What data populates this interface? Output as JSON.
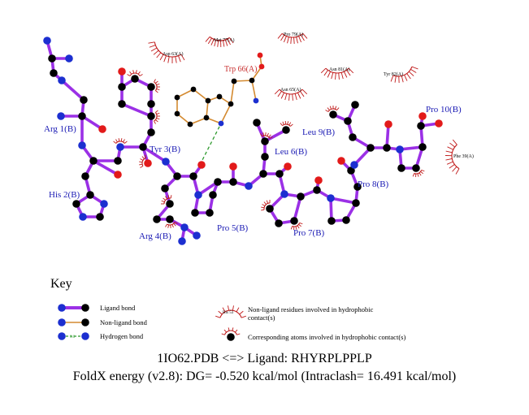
{
  "colors": {
    "ligand_bond": "#9b30e6",
    "non_ligand_bond": "#d48a30",
    "hbond": "#2f9a2f",
    "carbon": "#000000",
    "nitrogen": "#1c2fd0",
    "oxygen": "#e21a1a",
    "hydrophobic_arc": "#c01a1a",
    "residue_label": "#1a1ab4",
    "nonligand_label": "#c83232"
  },
  "ligand_residues": {
    "arg1": "Arg 1(B)",
    "his2": "His 2(B)",
    "tyr3": "Tyr 3(B)",
    "arg4": "Arg 4(B)",
    "pro5": "Pro 5(B)",
    "leu6": "Leu 6(B)",
    "pro7": "Pro 7(B)",
    "pro8": "Pro 8(B)",
    "leu9": "Leu 9(B)",
    "pro10": "Pro 10(B)"
  },
  "nonligand_residues": {
    "trp66": "Trp 66(A)"
  },
  "hydrophobic_residues": {
    "asp63": "Asp 63(A)",
    "met77": "Met 77(A)",
    "pro79": "Pro 79(A)",
    "asn81": "Asn 81(A)",
    "tyr82": "Tyr 82(A)",
    "asn65": "Asn 65(A)",
    "phe39": "Phe 39(A)"
  },
  "key": {
    "title": "Key",
    "ligand_bond": "Ligand bond",
    "non_ligand_bond": "Non-ligand bond",
    "hydrogen_bond": "Hydrogen bond",
    "hbond_distance": "3.0",
    "example_residue": "His 53",
    "hydrophobic_residues_line1": "Non-ligand residues involved in hydrophobic",
    "hydrophobic_residues_line2": "contact(s)",
    "hydrophobic_atoms": "Corresponding atoms involved in hydrophobic contact(s)"
  },
  "caption": {
    "line1": "1IO62.PDB <=> Ligand: RHYRPLPPLP",
    "line2": "FoldX energy (v2.8): DG= -0.520 kcal/mol (Intraclash= 16.491 kcal/mol)"
  }
}
